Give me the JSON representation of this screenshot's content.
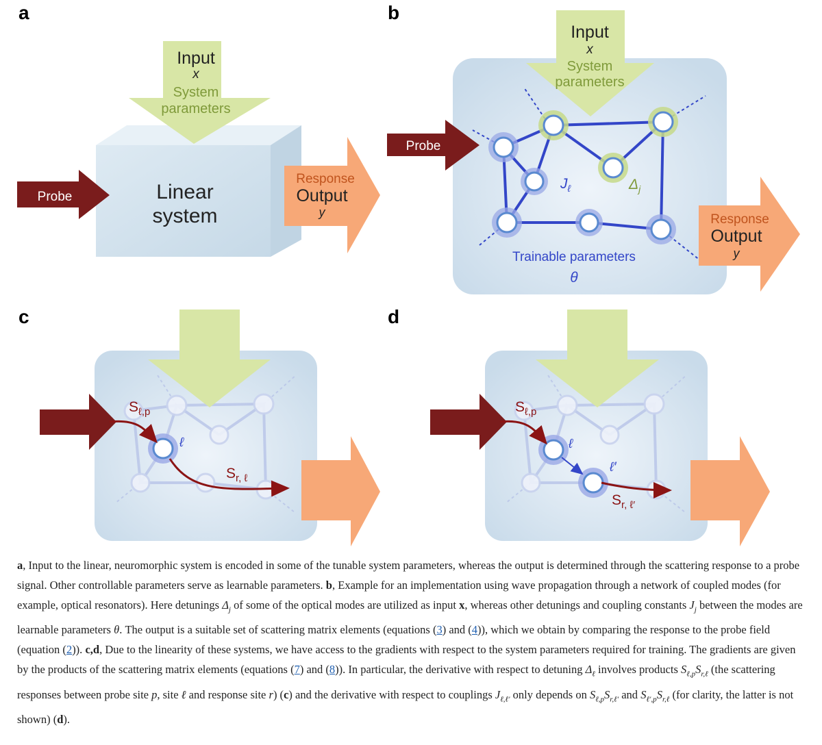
{
  "panels": {
    "a": {
      "letter": "a",
      "input_label": "Input",
      "input_var": "x",
      "system_params_label": "System",
      "system_params_label_2": "parameters",
      "probe_label": "Probe",
      "box_label_1": "Linear",
      "box_label_2": "system",
      "response_label": "Response",
      "output_label": "Output",
      "output_var": "y"
    },
    "b": {
      "letter": "b",
      "input_label": "Input",
      "input_var": "x",
      "system_params_label": "System",
      "system_params_label_2": "parameters",
      "probe_label": "Probe",
      "coupling_label": "J",
      "coupling_sub": "ℓ",
      "detuning_label": "Δ",
      "detuning_sub": "j",
      "trainable_label": "Trainable parameters",
      "theta_label": "θ",
      "response_label": "Response",
      "output_label": "Output",
      "output_var": "y"
    },
    "c": {
      "letter": "c",
      "s_lp_main": "S",
      "s_lp_sub": "ℓ,p",
      "site_label": "ℓ",
      "s_rl_main": "S",
      "s_rl_sub": "r, ℓ"
    },
    "d": {
      "letter": "d",
      "s_lp_main": "S",
      "s_lp_sub": "ℓ,p",
      "site_label": "ℓ",
      "site2_label": "ℓ′",
      "s_rl_main": "S",
      "s_rl_sub": "r, ℓ′"
    }
  },
  "colors": {
    "input_arrow": "#d8e6a6",
    "input_text": "#222222",
    "params_text": "#7f9a3a",
    "probe_arrow": "#7a1c1c",
    "output_arrow": "#f7a877",
    "response_text": "#c0541e",
    "box_fill": "#d4e3ef",
    "network_blue": "#3346c8",
    "node_fill": "#ffffff",
    "scatter_path": "#8b1414"
  },
  "caption": {
    "p1": "a",
    "p2": ", Input to the linear, neuromorphic system is encoded in some of the tunable system parameters, whereas the output is determined through the scattering response to a probe signal. Other controllable parameters serve as learnable parameters. ",
    "p3": "b",
    "p4": ", Example for an implementation using wave propagation through a network of coupled modes (for example, optical resonators). Here detunings ",
    "p5": "Δ",
    "p6": "j",
    "p7": " of some of the optical modes are utilized as input ",
    "p8": "x",
    "p9": ", whereas other detunings and coupling constants ",
    "p10": "J",
    "p11": "j",
    "p12": " between the modes are learnable parameters ",
    "p13": "θ",
    "p14": ". The output is a suitable set of scattering matrix elements (equations (",
    "p15": "3",
    "p16": ") and (",
    "p17": "4",
    "p18": ")), which we obtain by comparing the response to the probe field (equation (",
    "p19": "2",
    "p20": ")). ",
    "p21": "c",
    "p22": ",",
    "p23": "d",
    "p24": ", Due to the linearity of these systems, we have access to the gradients with respect to the system parameters required for training. The gradients are given by the products of the scattering matrix elements (equations (",
    "p25": "7",
    "p26": ") and (",
    "p27": "8",
    "p28": ")). In particular, the derivative with respect to detuning ",
    "p29": "Δ",
    "p30": "ℓ",
    "p31": " involves products ",
    "p32": "S",
    "p33": "ℓ,p",
    "p34": "S",
    "p35": "r,ℓ",
    "p36": " (the scattering responses between probe site ",
    "p37": "p",
    "p38": ", site ",
    "p39": "ℓ",
    "p40": " and response site ",
    "p41": "r",
    "p42": ") (",
    "p43": "c",
    "p44": ") and the derivative with respect to couplings ",
    "p45": "J",
    "p46": "ℓ,ℓ′",
    "p47": " only depends on ",
    "p48": "S",
    "p49": "ℓ,p",
    "p50": "S",
    "p51": "r,ℓ′",
    "p52": " and ",
    "p53": "S",
    "p54": "ℓ′,p",
    "p55": "S",
    "p56": "r,ℓ",
    "p57": " (for clarity, the latter is not shown) (",
    "p58": "d",
    "p59": ")."
  }
}
